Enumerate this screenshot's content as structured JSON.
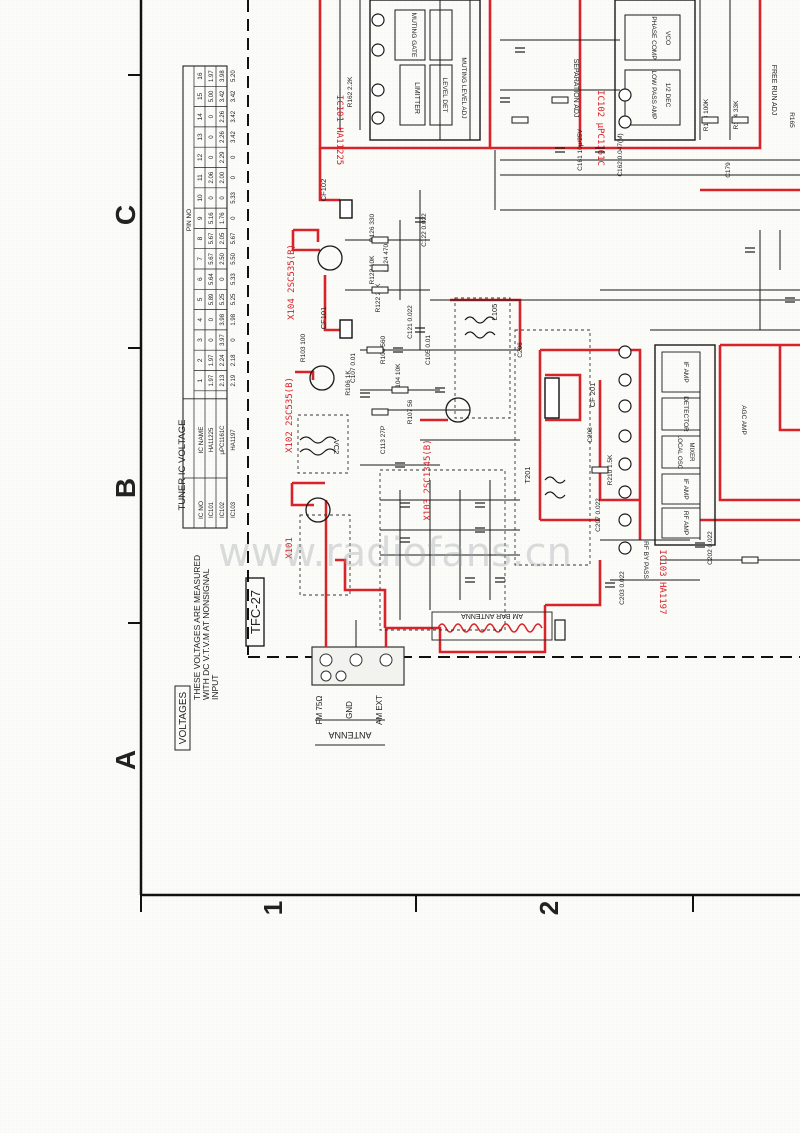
{
  "colors": {
    "trace_red": "#d9222a",
    "trace_black": "#1a1a1a",
    "paper": "#fbfbf8"
  },
  "frame": {
    "row_letters": [
      "A",
      "B",
      "C"
    ],
    "col_numbers": [
      "1",
      "2"
    ]
  },
  "board_label": "TFC-27",
  "watermark": "www.radiofans.cn",
  "voltages_note": {
    "heading": "VOLTAGES",
    "lines": [
      "THESE VOLTAGES ARE MEASURED",
      "WITH DC V.T.V.M AT NONSIGNAL",
      "INPUT"
    ]
  },
  "antenna": {
    "heading": "ANTENNA",
    "terminals": [
      "FM 75Ω",
      "GND",
      "AM EXT"
    ],
    "bar_label": "AM BAR ANTENNA"
  },
  "voltage_table": {
    "title": "TUNER IC VOLTAGE",
    "header_ic_no": "IC NO",
    "header_ic_name": "IC NAME",
    "header_pin": "PIN NO",
    "pins": [
      "1",
      "2",
      "3",
      "4",
      "5",
      "6",
      "7",
      "8",
      "9",
      "10",
      "11",
      "12",
      "13",
      "14",
      "15",
      "16"
    ],
    "rows": [
      {
        "ic_no": "IC101",
        "ic_name": "HA11225",
        "values": [
          "1.97",
          "1.97",
          "0",
          "0",
          "5.89",
          "5.64",
          "5.67",
          "5.67",
          "5.16",
          "0",
          "2.06",
          "0",
          "0",
          "0",
          "5.00",
          "1.97"
        ]
      },
      {
        "ic_no": "IC102",
        "ic_name": "μPC1161C",
        "values": [
          "2.13",
          "2.24",
          "3.97",
          "3.98",
          "5.25",
          "0",
          "2.50",
          "2.05",
          "1.76",
          "0",
          "2.00",
          "2.29",
          "2.26",
          "2.26",
          "3.42",
          "3.98"
        ]
      },
      {
        "ic_no": "IC103",
        "ic_name": "HA1197",
        "values": [
          "2.19",
          "2.18",
          "0",
          "1.98",
          "5.25",
          "5.33",
          "5.50",
          "5.67",
          "0",
          "5.33",
          "0",
          "0",
          "3.42",
          "3.42",
          "3.42",
          "5.20"
        ]
      }
    ]
  },
  "components": {
    "ic101": "IC101 HA11225",
    "ic102": "IC102 μPC1161C",
    "ic103": "IC103 HA1197",
    "x104": "X104 2SC535(B)",
    "x102": "X102 2SC535(B)",
    "x103": "X103 2SC1345(B)",
    "x101": "X101",
    "cf102": "CF102",
    "cf101": "CF101",
    "cf201": "CF 201",
    "t201": "T201",
    "l105": "L105",
    "vc2": "VC2",
    "r126": "R126 330",
    "r124": "R124 470",
    "r123": "R123 10K",
    "r122": "R122 27K",
    "r103": "R103 100",
    "r108": "R108 560",
    "c122": "C122 0.022",
    "c121": "C121 0.022",
    "c105": "C105 0.01",
    "c107": "C107 0.01",
    "c113": "C113 27P",
    "r106": "R106 1K",
    "r104": "R104 10K",
    "r107": "R107 56",
    "r162": "R162 2.2K",
    "c203": "C203 0.022",
    "c202": "C202 0.022",
    "c207": "C207 0.022",
    "separation": "SEPARATION ADJ",
    "muting_level": "MUTING LEVEL ADJ",
    "free_run": "FREE RUN ADJ",
    "limiter": "LIMITTER",
    "level_det": "LEVEL DET",
    "muting_gate": "MUTING GATE",
    "low_pass": "LOW PASS AMP",
    "rf_by_pass": "RF BY PASS",
    "detector": "DETECTOR",
    "mixer": "MIXER",
    "local_osc": "LOCAL OSC",
    "if_amp1": "IF AMP",
    "if_amp2": "IF AMP",
    "rf_amp": "RF AMP",
    "agc_amp": "AGC AMP",
    "phase_comp": "PHASE COMP",
    "vco": "VCO",
    "dec": "1/2 DEC",
    "c161": "C161 10μ/25V",
    "r165": "R165",
    "c179": "C179",
    "c162": "C162 0.047(M)",
    "r183": "R183 100K",
    "r184": "R184 33K",
    "c206": "C206",
    "c208": "C208",
    "r210": "R210 1.5K"
  }
}
